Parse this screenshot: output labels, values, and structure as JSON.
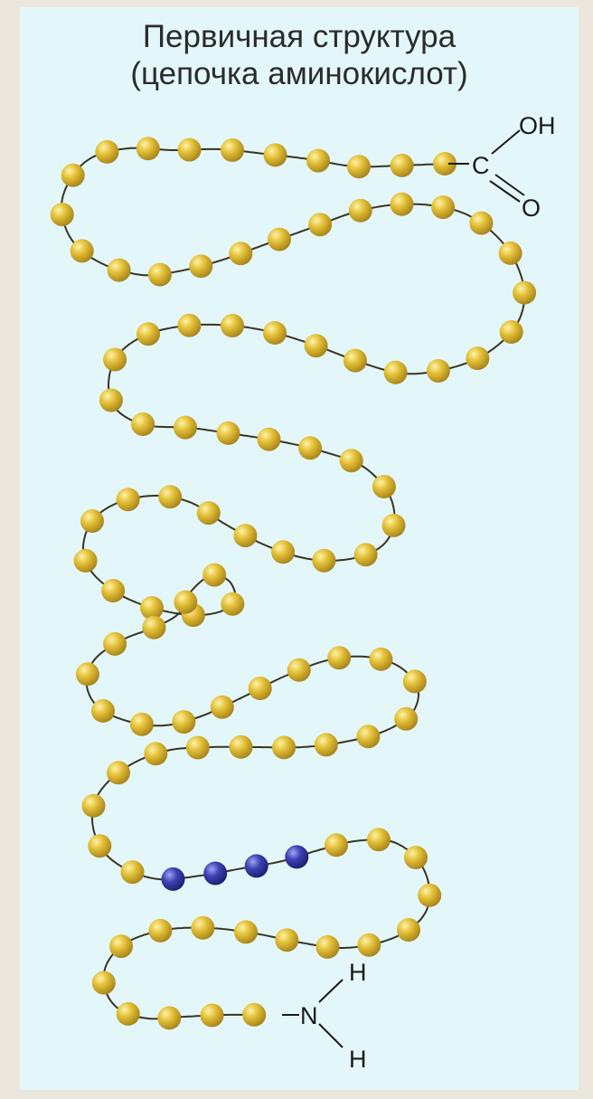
{
  "title": {
    "line1": "Первичная структура",
    "line2": "(цепочка аминокислот)"
  },
  "labels": {
    "carboxyl_c": "C",
    "carboxyl_oh": "OH",
    "carboxyl_o": "O",
    "amino_n": "N",
    "amino_h_top": "H",
    "amino_h_bottom": "H"
  },
  "colors": {
    "background": "#e3f7fb",
    "page": "#ebe7dc",
    "residue": "#d8b52c",
    "highlighted_residue": "#3a3fae",
    "bond": "#1a1a1a"
  }
}
